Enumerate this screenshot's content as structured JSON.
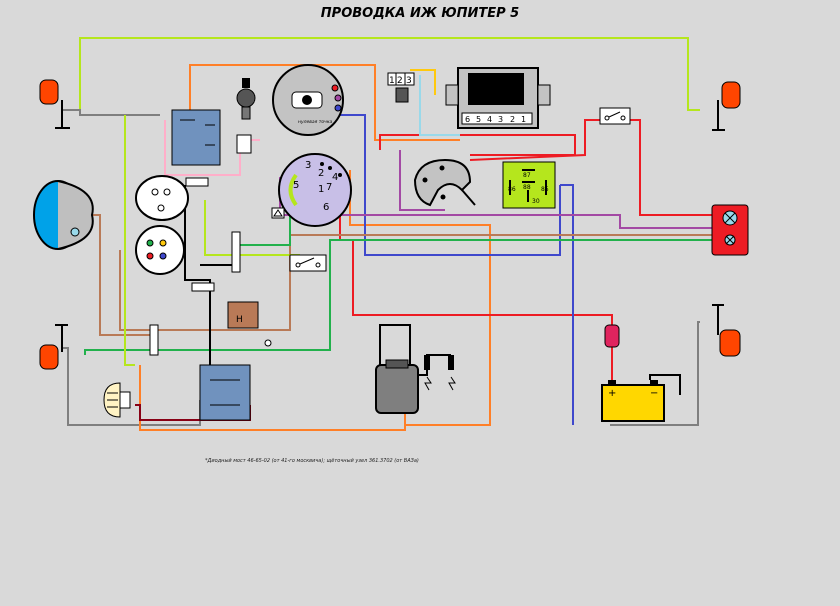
{
  "title": "ПРОВОДКА ИЖ ЮПИТЕР 5",
  "footnote": "*Диодный мост 46-65-02 (от 41-го москвича); щёточный узел 361.3702 (от ВАЗа)",
  "labels": {
    "generator_zero": "нулевая точка",
    "terminal_1": "1",
    "terminal_2": "2",
    "terminal_3": "3",
    "terminal_4": "4",
    "terminal_5": "5",
    "terminal_6": "6",
    "terminal_7": "7",
    "relay_87": "87",
    "relay_86": "86",
    "relay_88": "88",
    "relay_85": "85",
    "relay_30": "30",
    "bridge_pins": [
      "6",
      "5",
      "4",
      "3",
      "2",
      "1"
    ],
    "connector_pins": [
      "1",
      "2",
      "3"
    ],
    "h_label": "H",
    "battery_plus": "+",
    "battery_minus": "−"
  },
  "colors": {
    "background": "#d9d9d9",
    "wire_green_light": "#b5e61d",
    "wire_orange": "#ff7f27",
    "wire_red": "#ed1c24",
    "wire_blue": "#3f48cc",
    "wire_purple": "#a349a4",
    "wire_brown": "#b97a57",
    "wire_green": "#22b14c",
    "wire_gray": "#7f7f7f",
    "wire_pink": "#ffaec9",
    "wire_black": "#000000",
    "wire_darkred": "#880015",
    "wire_yellow": "#ffc90e",
    "wire_lightblue": "#99d9ea",
    "relay_fill": "#b5e61d",
    "switch_fill": "#7092be",
    "battery_fill": "#ffd700",
    "turn_signal": "#ff4500",
    "headlight_blue": "#00a2e8"
  }
}
